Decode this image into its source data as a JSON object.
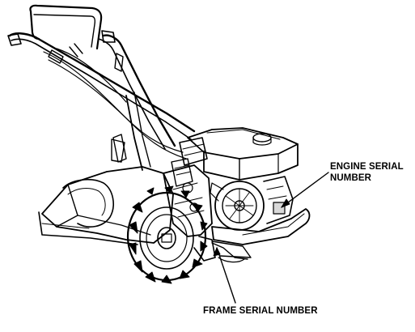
{
  "diagram": {
    "subject": "rear-tine tiller line drawing",
    "callouts": {
      "engine_serial_line1": "ENGINE SERIAL",
      "engine_serial_line2": "NUMBER",
      "frame_serial": "FRAME SERIAL NUMBER"
    },
    "colors": {
      "ink": "#000000",
      "paper": "#ffffff"
    }
  }
}
